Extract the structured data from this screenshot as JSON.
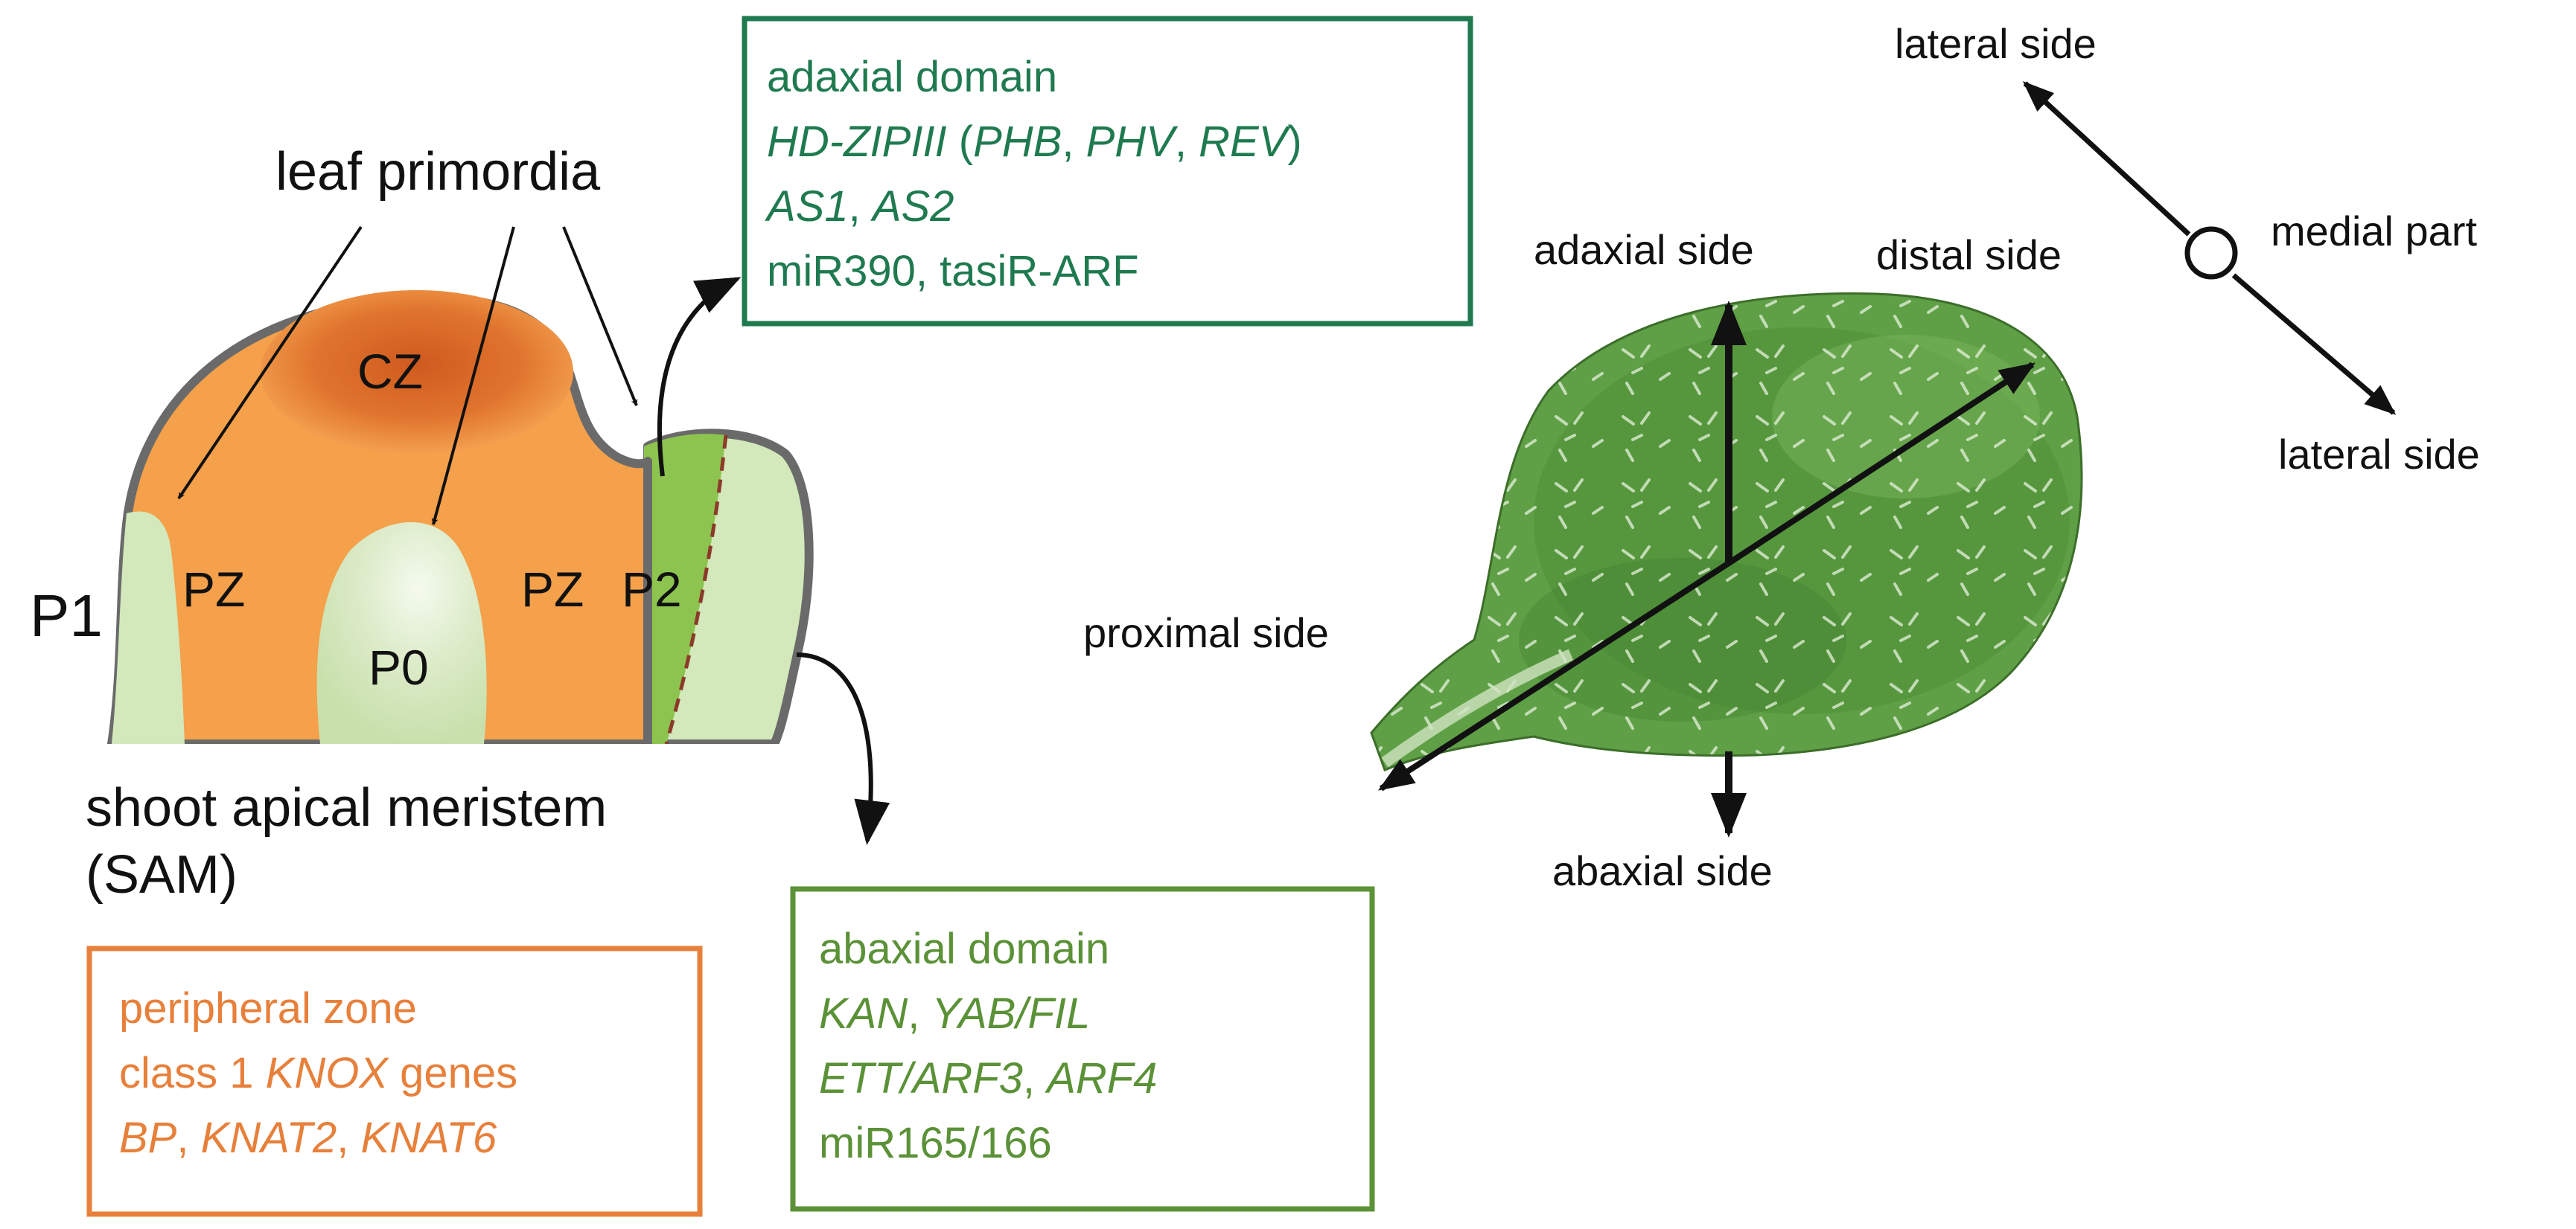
{
  "sam": {
    "leaf_primordia_label": "leaf primordia",
    "cz_label": "CZ",
    "pz_left_label": "PZ",
    "pz_right_label": "PZ",
    "p0_label": "P0",
    "p1_label": "P1",
    "p2_label": "P2",
    "title_line1": "shoot apical meristem",
    "title_line2": "(SAM)"
  },
  "adaxial_box": {
    "line1": "adaxial domain",
    "line2": [
      {
        "t": "HD-ZIPIII",
        "i": true
      },
      {
        "t": " (",
        "i": false
      },
      {
        "t": "PHB",
        "i": true
      },
      {
        "t": ", ",
        "i": false
      },
      {
        "t": "PHV",
        "i": true
      },
      {
        "t": ", ",
        "i": false
      },
      {
        "t": "REV",
        "i": true
      },
      {
        "t": ")",
        "i": false
      }
    ],
    "line3": [
      {
        "t": "AS1",
        "i": true
      },
      {
        "t": ", ",
        "i": false
      },
      {
        "t": "AS2",
        "i": true
      }
    ],
    "line4": "miR390, tasiR-ARF"
  },
  "abaxial_box": {
    "line1": "abaxial domain",
    "line2": [
      {
        "t": "KAN",
        "i": true
      },
      {
        "t": ", ",
        "i": false
      },
      {
        "t": "YAB/FIL",
        "i": true
      }
    ],
    "line3": [
      {
        "t": "ETT/ARF3",
        "i": true
      },
      {
        "t": ", ",
        "i": false
      },
      {
        "t": "ARF4",
        "i": true
      }
    ],
    "line4": "miR165/166"
  },
  "peripheral_box": {
    "line1": "peripheral zone",
    "line2": [
      {
        "t": "class 1 ",
        "i": false
      },
      {
        "t": "KNOX",
        "i": true
      },
      {
        "t": " genes",
        "i": false
      }
    ],
    "line3": [
      {
        "t": "BP",
        "i": true
      },
      {
        "t": ", ",
        "i": false
      },
      {
        "t": "KNAT2",
        "i": true
      },
      {
        "t": ", ",
        "i": false
      },
      {
        "t": "KNAT6",
        "i": true
      }
    ]
  },
  "leaf_axes": {
    "adaxial_side": "adaxial side",
    "abaxial_side": "abaxial side",
    "distal_side": "distal side",
    "proximal_side": "proximal side"
  },
  "lateral_axis": {
    "lateral_top": "lateral side",
    "lateral_bottom": "lateral side",
    "medial_part": "medial part"
  },
  "colors": {
    "adaxial_green": "#1f7a50",
    "abaxial_green": "#5b9137",
    "peripheral_orange": "#e7803b",
    "sam_orange": "#f5a04a",
    "cz_orange": "#dc6a24",
    "primordium_pale_green": "#d3e8bb",
    "p2_green": "#8dc450",
    "leaf_green": "#5fa046"
  }
}
